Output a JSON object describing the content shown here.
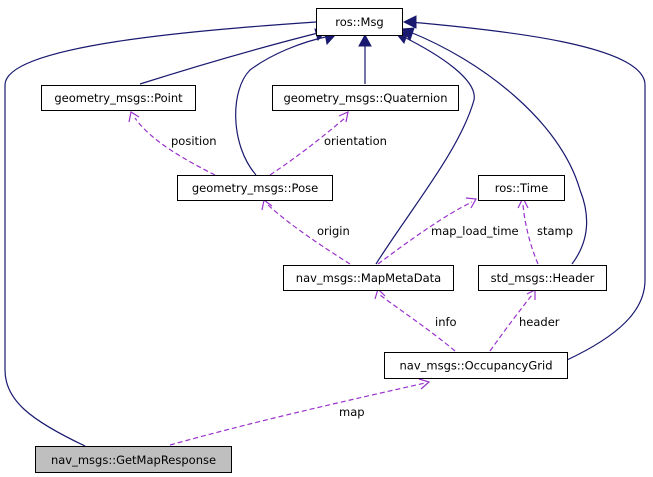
{
  "nodes": {
    "ros_msg": "ros::Msg",
    "point": "geometry_msgs::Point",
    "quaternion": "geometry_msgs::Quaternion",
    "pose": "geometry_msgs::Pose",
    "ros_time": "ros::Time",
    "map_meta_data": "nav_msgs::MapMetaData",
    "header": "std_msgs::Header",
    "occupancy_grid": "nav_msgs::OccupancyGrid",
    "get_map_response": "nav_msgs::GetMapResponse"
  },
  "edge_labels": {
    "position": "position",
    "orientation": "orientation",
    "origin": "origin",
    "map_load_time": "map_load_time",
    "stamp": "stamp",
    "info": "info",
    "header": "header",
    "map": "map"
  },
  "colors": {
    "inheritance": "#191970",
    "member": "#9a32cd",
    "highlight_fill": "#bfbfbf"
  }
}
